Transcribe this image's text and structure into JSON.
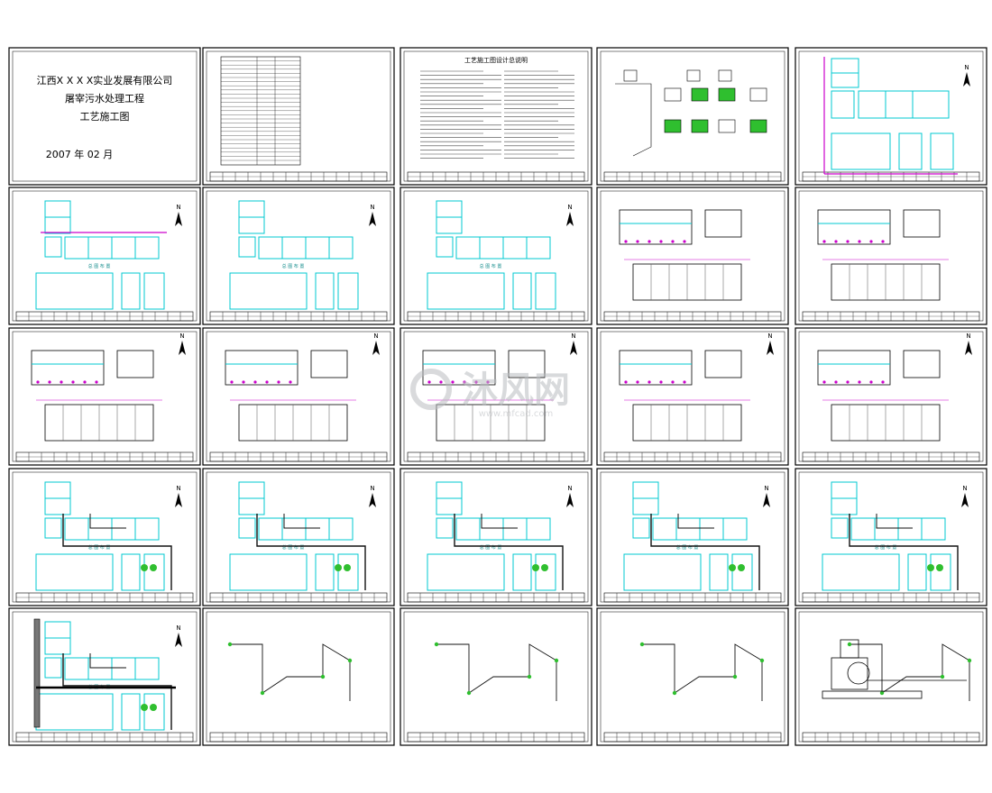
{
  "cover": {
    "company": "江西X X X X实业发展有限公司",
    "project": "屠宰污水处理工程",
    "drawing_type": "工艺施工图",
    "date": "2007 年 02 月"
  },
  "design_notes_title": "工艺施工图设计总说明",
  "labels": {
    "plan_title": "总 图 布 置",
    "north": "N"
  },
  "watermark": {
    "brand": "沐风网",
    "site": "www.mfcad.com"
  },
  "colors": {
    "border": "#000000",
    "tank": "#00c8d0",
    "pipe": "#111111",
    "equipment": "#2fbf2f",
    "dimension": "#cc00cc",
    "watermark": "#b9bcc0"
  }
}
